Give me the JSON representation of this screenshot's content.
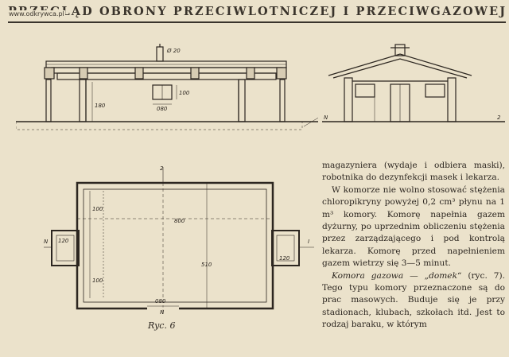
{
  "header": {
    "title": "PRZEGLĄD OBRONY PRZECIWLOTNICZEJ I PRZECIWGAZOWEJ",
    "watermark": "www.odkrywca.pl"
  },
  "figure": {
    "caption": "Ryc. 6",
    "elevation_labels": {
      "chimney": "Ø 20",
      "window_w": "080",
      "window_h": "100",
      "wall_h": "180",
      "axis_n": "N",
      "axis_num": "2"
    },
    "plan_labels": {
      "length": "800",
      "depth": "510",
      "door": "080",
      "annex_left": "120",
      "annex_right": "120",
      "side_dim_1": "100",
      "side_dim_2": "100",
      "axis_top": "2",
      "axis_bottom": "N",
      "axis_left": "N",
      "axis_right": "I"
    }
  },
  "text": {
    "para1": "magazyniera (wydaje i odbiera maski), robotnika do dezynfekcji masek i lekarza.",
    "para2": "W komorze nie wolno stosować stężenia chloropikryny powyżej 0,2 cm³ płynu na 1 m³ komory. Komorę napełnia gazem dyżurny, po uprzednim obliczeniu stężenia przez zarządzającego i pod kontrolą lekarza. Komorę przed napełnieniem gazem wietrzy się 3—5 minut.",
    "para3_em": "Komora gazowa — „domek“",
    "para3": " (ryc. 7). Tego typu komory przeznaczone są do prac masowych. Buduje się je przy stadionach, klubach, szkołach itd. Jest to rodzaj baraku, w którym"
  }
}
